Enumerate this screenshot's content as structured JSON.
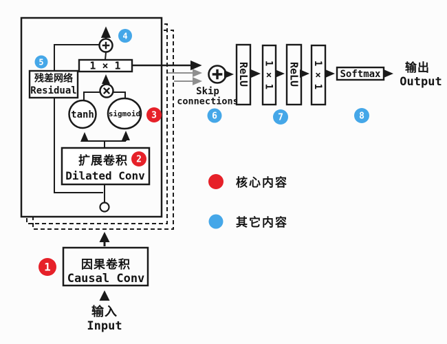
{
  "palette": {
    "red": "#e62129",
    "blue": "#45a7e8",
    "ink": "#1a1a1a",
    "gray": "#8f8f8f",
    "bg": "#fcfcfc"
  },
  "input": {
    "zh": "输入",
    "en": "Input"
  },
  "causal_conv": {
    "zh": "因果卷积",
    "en": "Causal Conv"
  },
  "residual_block": {
    "dilated_conv": {
      "zh": "扩展卷积",
      "en": "Dilated Conv"
    },
    "tanh_label": "tanh",
    "sigmoid_label": "sigmoid",
    "conv_1x1": "1 × 1",
    "residual": {
      "zh": "残差网络",
      "en": "Residual"
    }
  },
  "skip": {
    "line1": "Skip",
    "line2": "connections"
  },
  "head": {
    "relu_1": "ReLU",
    "conv_1": "1 × 1",
    "relu_2": "ReLU",
    "conv_2": "1 × 1",
    "softmax": "Softmax"
  },
  "output": {
    "zh": "输出",
    "en": "Output"
  },
  "badges": {
    "b1": "1",
    "b2": "2",
    "b3": "3",
    "b4": "4",
    "b5": "5",
    "b6": "6",
    "b7": "7",
    "b8": "8"
  },
  "legend": {
    "core": "核心内容",
    "other": "其它内容"
  }
}
